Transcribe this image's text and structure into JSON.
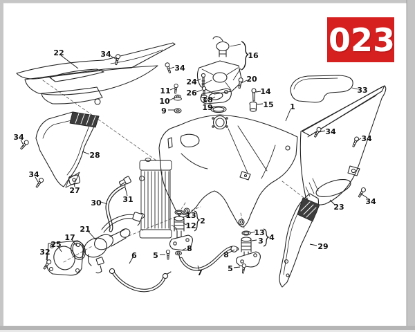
{
  "page": {
    "badge": "023"
  },
  "callouts": [
    {
      "ref": "22"
    },
    {
      "ref": "34"
    },
    {
      "ref": "34"
    },
    {
      "ref": "16"
    },
    {
      "ref": "20"
    },
    {
      "ref": "24"
    },
    {
      "ref": "26"
    },
    {
      "ref": "11"
    },
    {
      "ref": "10"
    },
    {
      "ref": "9"
    },
    {
      "ref": "18"
    },
    {
      "ref": "19"
    },
    {
      "ref": "14"
    },
    {
      "ref": "15"
    },
    {
      "ref": "1"
    },
    {
      "ref": "33"
    },
    {
      "ref": "34"
    },
    {
      "ref": "34"
    },
    {
      "ref": "34"
    },
    {
      "ref": "23"
    },
    {
      "ref": "34"
    },
    {
      "ref": "28"
    },
    {
      "ref": "34"
    },
    {
      "ref": "27"
    },
    {
      "ref": "30"
    },
    {
      "ref": "31"
    },
    {
      "ref": "21"
    },
    {
      "ref": "17"
    },
    {
      "ref": "25"
    },
    {
      "ref": "32"
    },
    {
      "ref": "6"
    },
    {
      "ref": "5"
    },
    {
      "ref": "13"
    },
    {
      "ref": "12"
    },
    {
      "ref": "2"
    },
    {
      "ref": "8"
    },
    {
      "ref": "7"
    },
    {
      "ref": "8"
    },
    {
      "ref": "13"
    },
    {
      "ref": "3"
    },
    {
      "ref": "4"
    },
    {
      "ref": "5"
    },
    {
      "ref": "29"
    }
  ],
  "colors": {
    "badge_red": "#d61f1f",
    "line_art": "#222222",
    "frame_gray": "#c4c4c4"
  }
}
